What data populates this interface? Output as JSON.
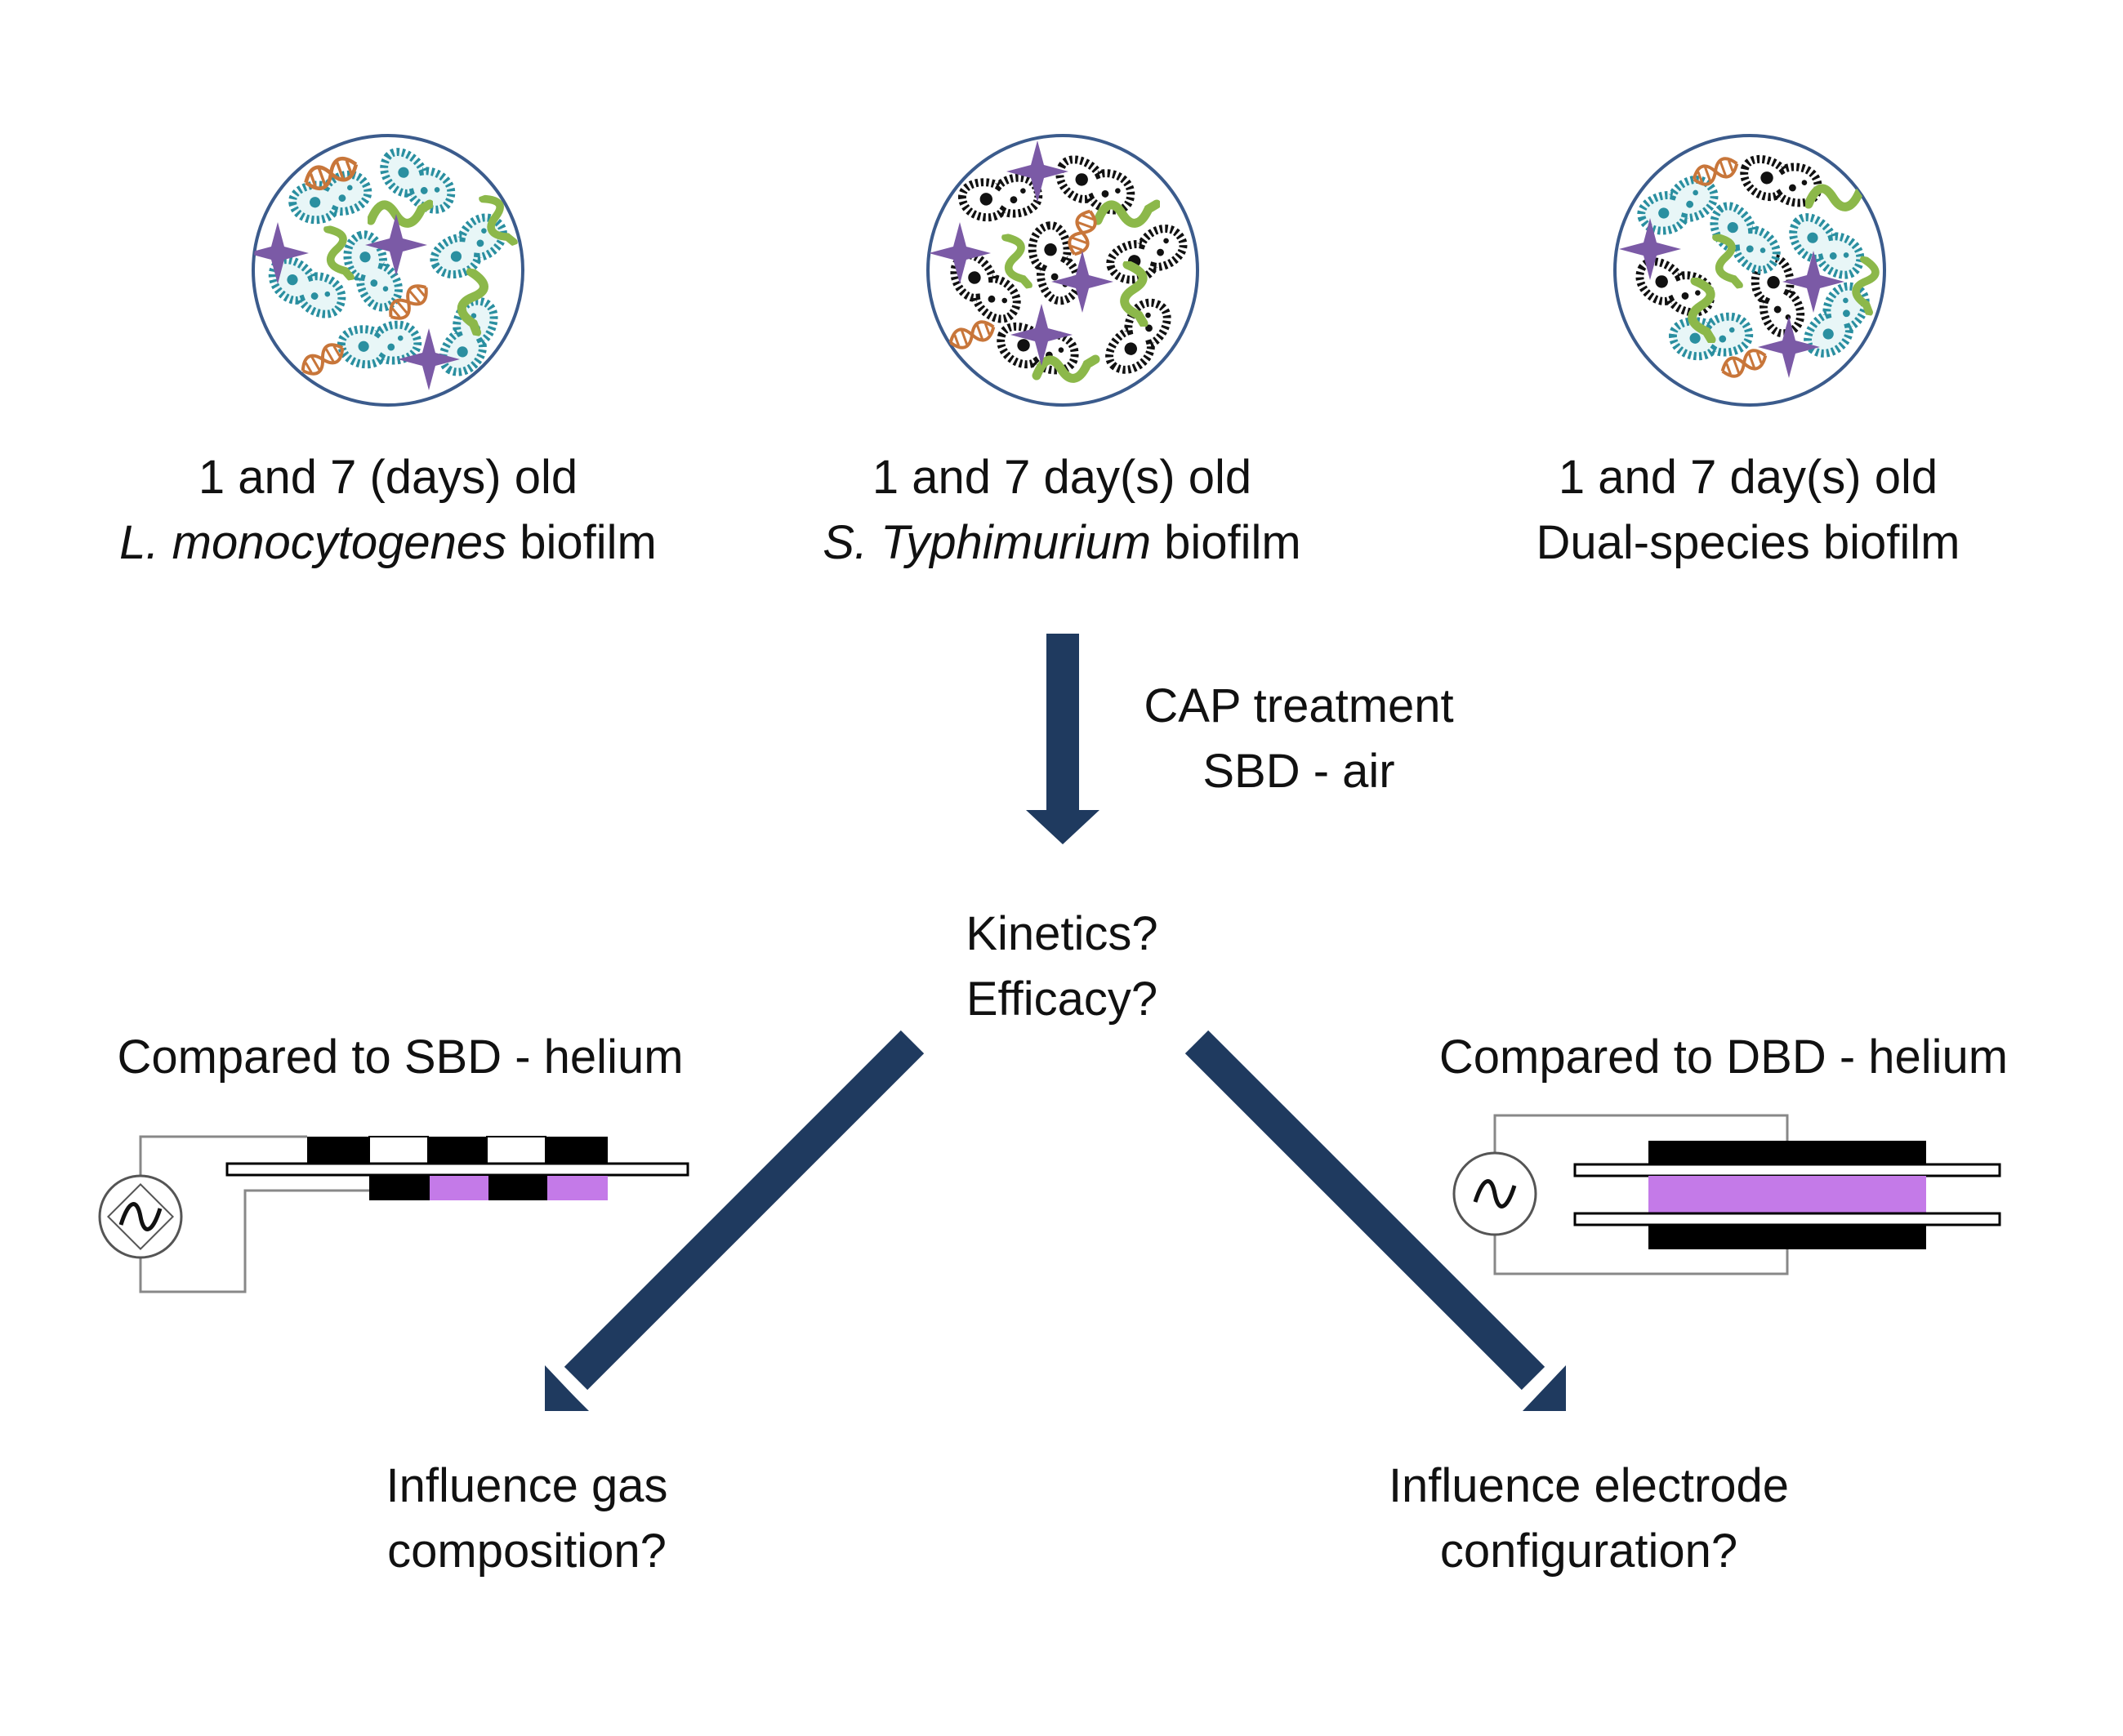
{
  "colors": {
    "arrow": "#1f3a5f",
    "circle_stroke": "#3b5b8c",
    "listeria": "#2a8fa0",
    "salmonella": "#111111",
    "star": "#7b5aa6",
    "fiber": "#8cb84a",
    "dna": "#c8763a",
    "plasma": "#c47ae8",
    "electrode": "#000000"
  },
  "biofilms": [
    {
      "line1": "1 and 7 (days) old",
      "species_italic": "L. monocytogenes",
      "species_suffix": " biofilm",
      "icon": "listeria-biofilm-icon"
    },
    {
      "line1": "1 and 7 day(s) old",
      "species_italic": "S. Typhimurium",
      "species_suffix": " biofilm",
      "icon": "salmonella-biofilm-icon"
    },
    {
      "line1": "1 and 7 day(s) old",
      "species_italic": "",
      "species_suffix": "Dual-species biofilm",
      "icon": "dual-species-biofilm-icon"
    }
  ],
  "treatment": {
    "line1": "CAP treatment",
    "line2": "SBD - air"
  },
  "questions": {
    "line1": "Kinetics?",
    "line2": "Efficacy?"
  },
  "left": {
    "compare": "Compared to SBD - helium",
    "outcome_line1": "Influence gas",
    "outcome_line2": "composition?",
    "schematic_icon": "sbd-electrode-icon"
  },
  "right": {
    "compare": "Compared to DBD - helium",
    "outcome_line1": "Influence electrode",
    "outcome_line2": "configuration?",
    "schematic_icon": "dbd-electrode-icon"
  },
  "ac_source_icon": "ac-source-icon"
}
